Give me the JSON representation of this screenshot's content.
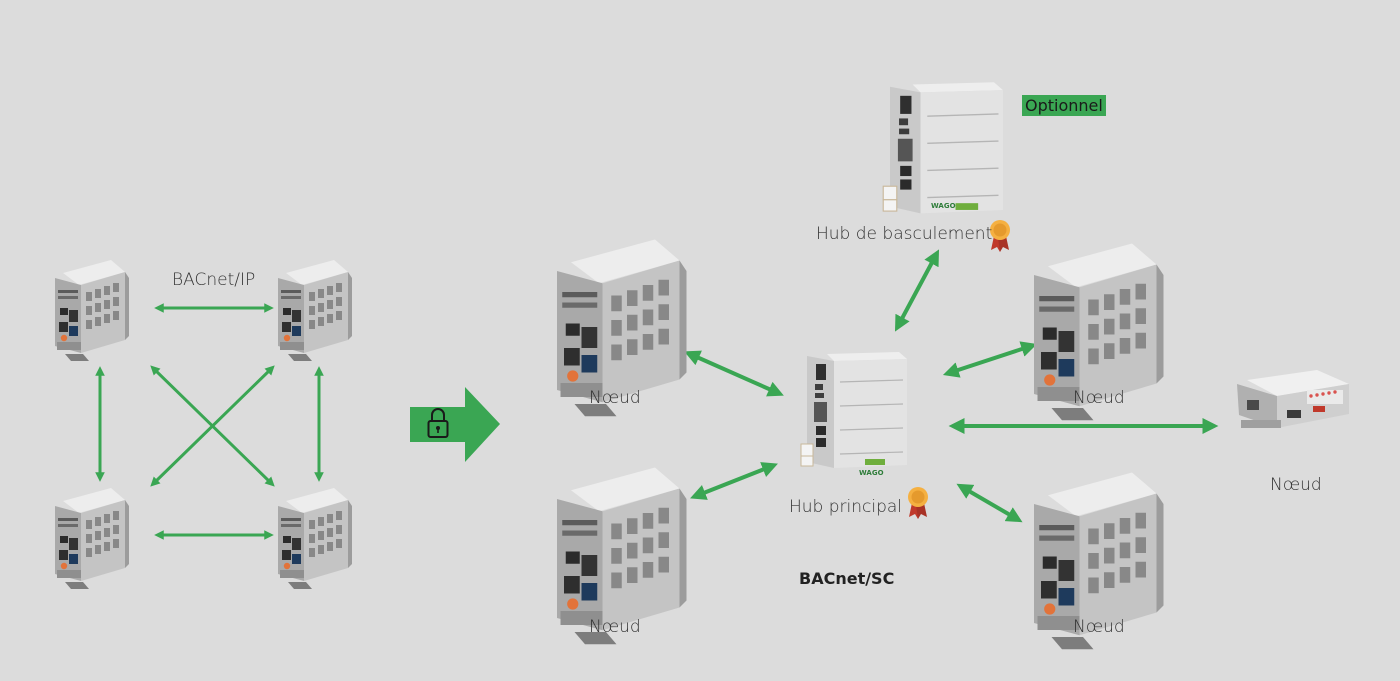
{
  "labels": {
    "bacnet_ip": "BACnet/IP",
    "bacnet_sc": "BACnet/SC",
    "optional": "Optionnel",
    "failover_hub": "Hub de basculement",
    "primary_hub": "Hub principal",
    "node_tl": "Nœud",
    "node_bl": "Nœud",
    "node_tr": "Nœud",
    "node_br": "Nœud",
    "node_far": "Nœud"
  },
  "brand_text": "WAGO",
  "colors": {
    "background": "#dcdcdc",
    "arrow": "#3aa653",
    "badge": "#3aa653",
    "device": "#bfbfbf"
  },
  "icons": {
    "arrow": "big-right-arrow-icon",
    "lock": "padlock-icon",
    "award": "ribbon-award-icon"
  }
}
